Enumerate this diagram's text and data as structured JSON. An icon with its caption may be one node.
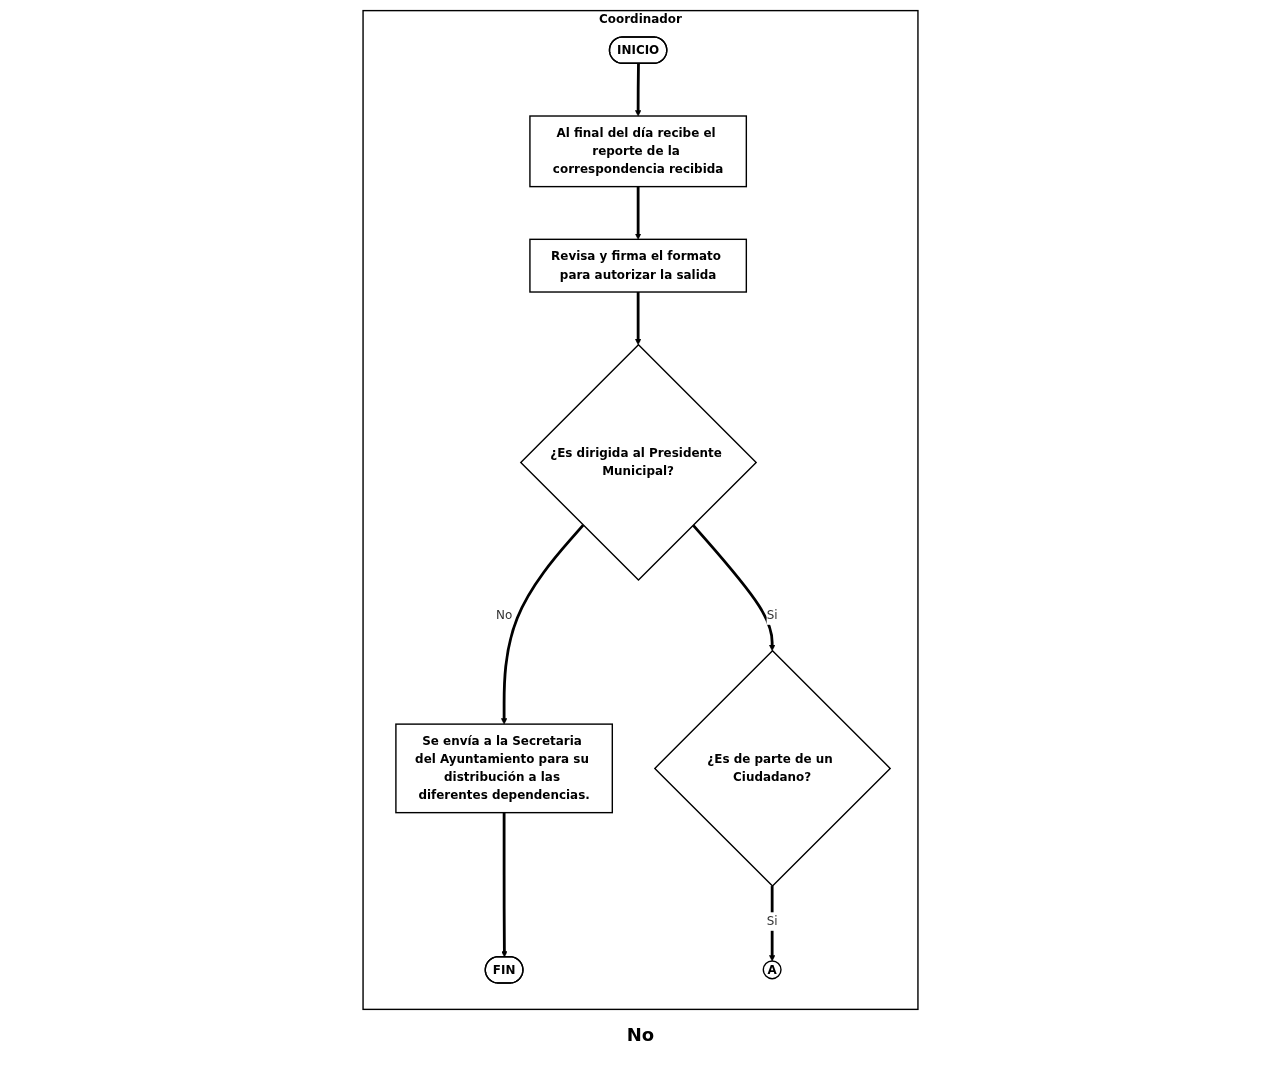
{
  "diagram": {
    "nodes": [
      {
        "text": [
          "Coordinador"
        ]
      },
      {
        "text": [
          "INICIO"
        ],
        "in": 0
      },
      {
        "text": [
          "Al final del día recibe el reporte de la correspondencia recibida"
        ],
        "in": 0
      },
      {
        "text": [
          "Revisa y firma el formato para autorizar la salida"
        ],
        "in": 0
      },
      {
        "text": [
          "¿Es dirigida al Presidente Municipal?"
        ],
        "in": 0
      },
      {
        "text": [
          "Se envía a la Secretaria del Ayuntamiento para su distribución a las diferentes dependencias."
        ],
        "in": 0
      },
      {
        "text": [
          "¿Es de parte de un Ciudadano?"
        ],
        "in": 0
      },
      {
        "text": [
          "FIN"
        ],
        "in": 0
      },
      {
        "text": [
          "A"
        ],
        "in": 0
      }
    ],
    "edges": [
      {
        "from": 1,
        "to": 2,
        "arrow": "to"
      },
      {
        "from": 2,
        "to": 3,
        "arrow": "to"
      },
      {
        "from": 3,
        "to": 4,
        "arrow": "to"
      },
      {
        "from": 4,
        "to": 5,
        "label": "No",
        "arrow": "to"
      },
      {
        "from": 4,
        "to": 6,
        "label": "Si",
        "arrow": "to"
      },
      {
        "from": 5,
        "to": 7,
        "arrow": "to"
      },
      {
        "from": 6,
        "to": 8,
        "label": "Si",
        "arrow": "to"
      }
    ],
    "labels": [
      "No"
    ]
  }
}
